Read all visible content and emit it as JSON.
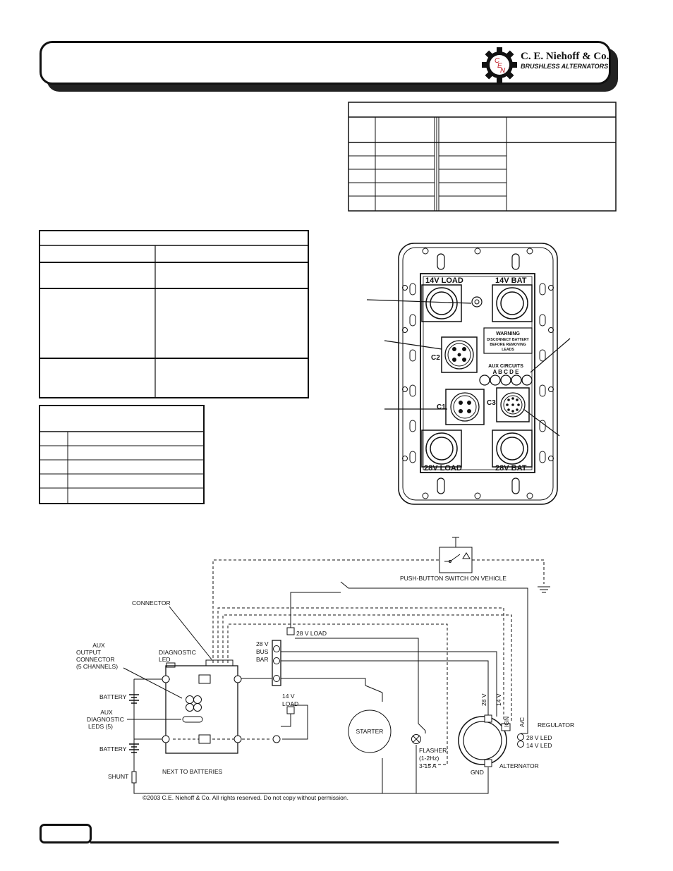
{
  "header": {
    "company_name": "C. E. Niehoff & Co.",
    "company_tagline": "BRUSHLESS ALTERNATORS",
    "logo_letters": [
      "C",
      "E",
      "N"
    ]
  },
  "terminal_box": {
    "top_left_terminal": "14V  LOAD",
    "top_right_terminal": "14V  BAT",
    "bottom_left_terminal": "28V  LOAD",
    "bottom_right_terminal": "28V  BAT",
    "connector_c1": "C1",
    "connector_c2": "C2",
    "connector_c3": "C3",
    "warning_title": "WARNING",
    "warning_line1": "DISCONNECT BATTERY",
    "warning_line2": "BEFORE REMOVING",
    "warning_line3": "LEADS",
    "aux_circuits_label": "AUX  CIRCUITS",
    "aux_letters": "A  B  C  D  E"
  },
  "schematic": {
    "push_button_label": "PUSH-BUTTON SWITCH ON VEHICLE",
    "connector_label": "CONNECTOR",
    "aux_output_label": [
      "AUX",
      "OUTPUT",
      "CONNECTOR",
      "(5 CHANNELS)"
    ],
    "diagnostic_led_label": [
      "DIAGNOSTIC",
      "LED"
    ],
    "battery_label_top": "BATTERY",
    "battery_label_bottom": "BATTERY",
    "aux_diagnostic_label": [
      "AUX",
      "DIAGNOSTIC",
      "LEDS (5)"
    ],
    "shunt_label": "SHUNT",
    "next_to_batteries": "NEXT TO BATTERIES",
    "load_28v": "28 V LOAD",
    "bus_bar_label": [
      "28 V",
      "BUS",
      "BAR"
    ],
    "load_14v": [
      "14 V",
      "LOAD"
    ],
    "starter_label": "STARTER",
    "flasher_label": [
      "FLASHER",
      "(1-2Hz)",
      "3-15 A"
    ],
    "alt_28v_terminal": "28 V",
    "alt_14v_terminal": "14 V",
    "ign_terminal": "IGN",
    "ac_terminal": "A/C",
    "regulator_label": "REGULATOR",
    "led_28v": "28 V LED",
    "led_14v": "14 V LED",
    "alternator_label": "ALTERNATOR",
    "gnd_label": "GND",
    "copyright": "©2003 C.E. Niehoff & Co. All rights reserved. Do not copy without permission."
  }
}
